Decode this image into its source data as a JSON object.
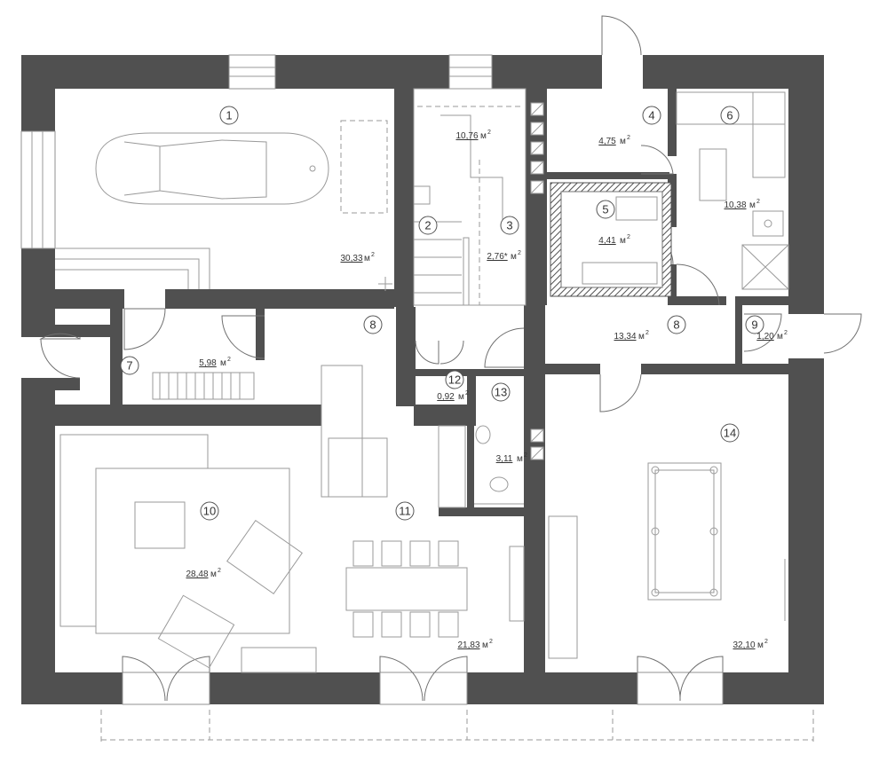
{
  "plan": {
    "rooms": [
      {
        "num": "1",
        "area": "30,33"
      },
      {
        "num": "2",
        "area": "10,76"
      },
      {
        "num": "3",
        "area": "2,76*"
      },
      {
        "num": "4",
        "area": "4,75"
      },
      {
        "num": "5",
        "area": "4,41"
      },
      {
        "num": "6",
        "area": "10,38"
      },
      {
        "num": "7",
        "area": "5,98"
      },
      {
        "num": "8",
        "area": "13,34"
      },
      {
        "num": "9",
        "area": "1,20"
      },
      {
        "num": "10",
        "area": "28,48"
      },
      {
        "num": "11",
        "area": "21,83"
      },
      {
        "num": "12",
        "area": "0,92"
      },
      {
        "num": "13",
        "area": ""
      },
      {
        "num": "14",
        "area": "32,10"
      }
    ],
    "extra_labels": [
      {
        "num": "8"
      }
    ],
    "area_unit": "м",
    "unit_superscript": "2"
  }
}
